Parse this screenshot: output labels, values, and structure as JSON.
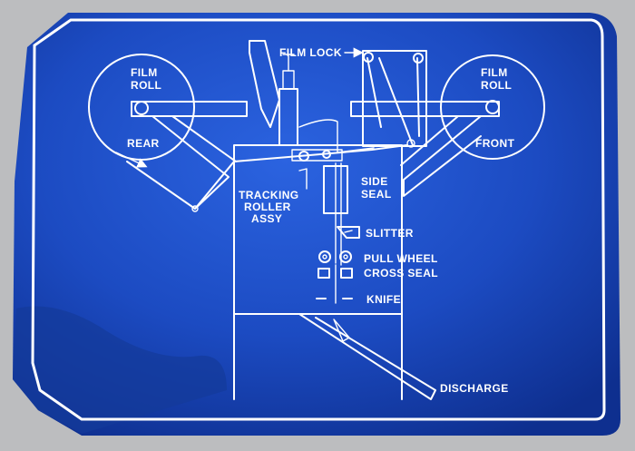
{
  "labels": {
    "film_roll_left": [
      "FILM",
      "ROLL"
    ],
    "film_roll_right": [
      "FILM",
      "ROLL"
    ],
    "rear": "REAR",
    "front": "FRONT",
    "film_lock": "FILM LOCK",
    "tracking_roller": [
      "TRACKING",
      "ROLLER",
      "ASSY"
    ],
    "side_seal": [
      "SIDE",
      "SEAL"
    ],
    "slitter": "SLITTER",
    "pull_wheel": "PULL WHEEL",
    "cross_seal": "CROSS SEAL",
    "knife": "KNIFE",
    "discharge": "DISCHARGE"
  },
  "colors": {
    "plate_blue": "#1f4fc8",
    "plate_dark": "#0d2f8c",
    "line": "#ffffff",
    "frame": "#bcbdbf"
  }
}
